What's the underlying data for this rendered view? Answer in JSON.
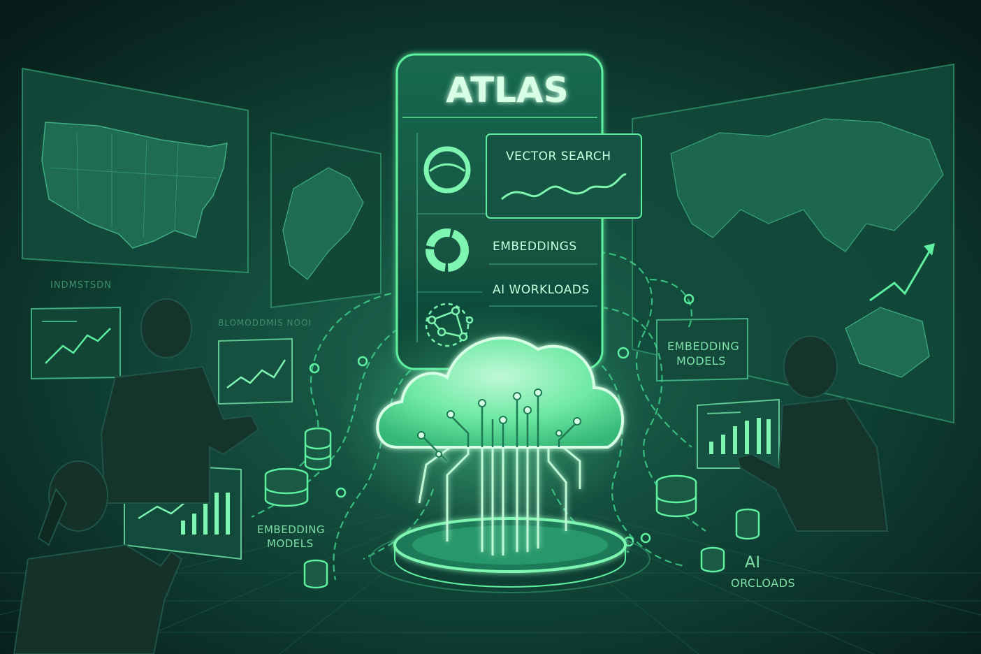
{
  "panel": {
    "title": "ATLAS",
    "items": [
      {
        "label": "VECTOR SEARCH",
        "icon": "ring-chart-icon"
      },
      {
        "label": "EMBEDDINGS",
        "icon": "donut-chart-icon"
      },
      {
        "label": "AI WORKLOADS",
        "icon": "network-graph-icon"
      }
    ]
  },
  "labels": {
    "left_map_caption": "INDMSTSDN",
    "left_top_caption": "BLOMODDMIS NOOI",
    "left_bottom_models": "EMBEDDING\nMODELS",
    "left_bottom_models_line1": "EMBEDDING",
    "left_bottom_models_line2": "MODELS",
    "right_models_line1": "EMBEDDING",
    "right_models_line2": "MODELS",
    "right_ai_line1": "AI",
    "right_ai_line2": "ORCLOADS"
  },
  "colors": {
    "background": "#0a2a24",
    "accent": "#5ef0a0",
    "accent_dim": "#2f8f68",
    "panel_fill": "#0f4a3a"
  }
}
